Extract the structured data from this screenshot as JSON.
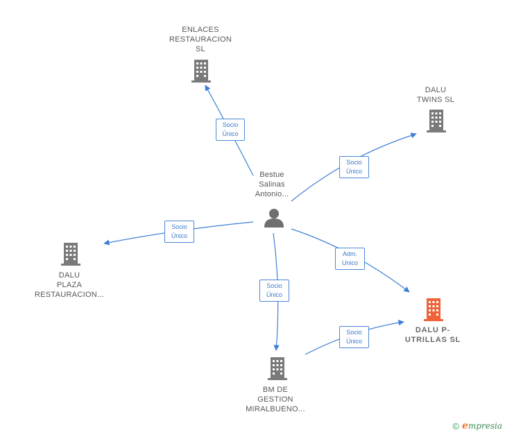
{
  "nodes": {
    "person": {
      "lines": [
        "Bestue",
        "Salinas",
        "Antonio..."
      ]
    },
    "enlaces": {
      "lines": [
        "ENLACES",
        "RESTAURACION",
        "SL"
      ]
    },
    "dalu_twins": {
      "lines": [
        "DALU",
        "TWINS  SL"
      ]
    },
    "dalu_plaza": {
      "lines": [
        "DALU",
        "PLAZA",
        "RESTAURACION..."
      ]
    },
    "dalu_putrillas": {
      "lines": [
        "DALU P-",
        "UTRILLAS  SL"
      ]
    },
    "bm_gestion": {
      "lines": [
        "BM DE",
        "GESTION",
        "MIRALBUENO..."
      ]
    }
  },
  "edges": {
    "to_enlaces": {
      "lines": [
        "Socio",
        "Único"
      ]
    },
    "to_twins": {
      "lines": [
        "Socio",
        "Único"
      ]
    },
    "to_plaza": {
      "lines": [
        "Socio",
        "Único"
      ]
    },
    "to_putrillas": {
      "lines": [
        "Adm.",
        "Unico"
      ]
    },
    "to_bm": {
      "lines": [
        "Socio",
        "Único"
      ]
    },
    "bm_to_putrillas": {
      "lines": [
        "Socio",
        "Único"
      ]
    }
  },
  "colors": {
    "edge": "#3d7fd6",
    "building": "#7a7a7a",
    "building_highlight": "#f0623a",
    "person": "#6f6f6f"
  },
  "footer": {
    "copyright": "©",
    "brand_initial": "e",
    "brand_rest": "mpresia"
  }
}
